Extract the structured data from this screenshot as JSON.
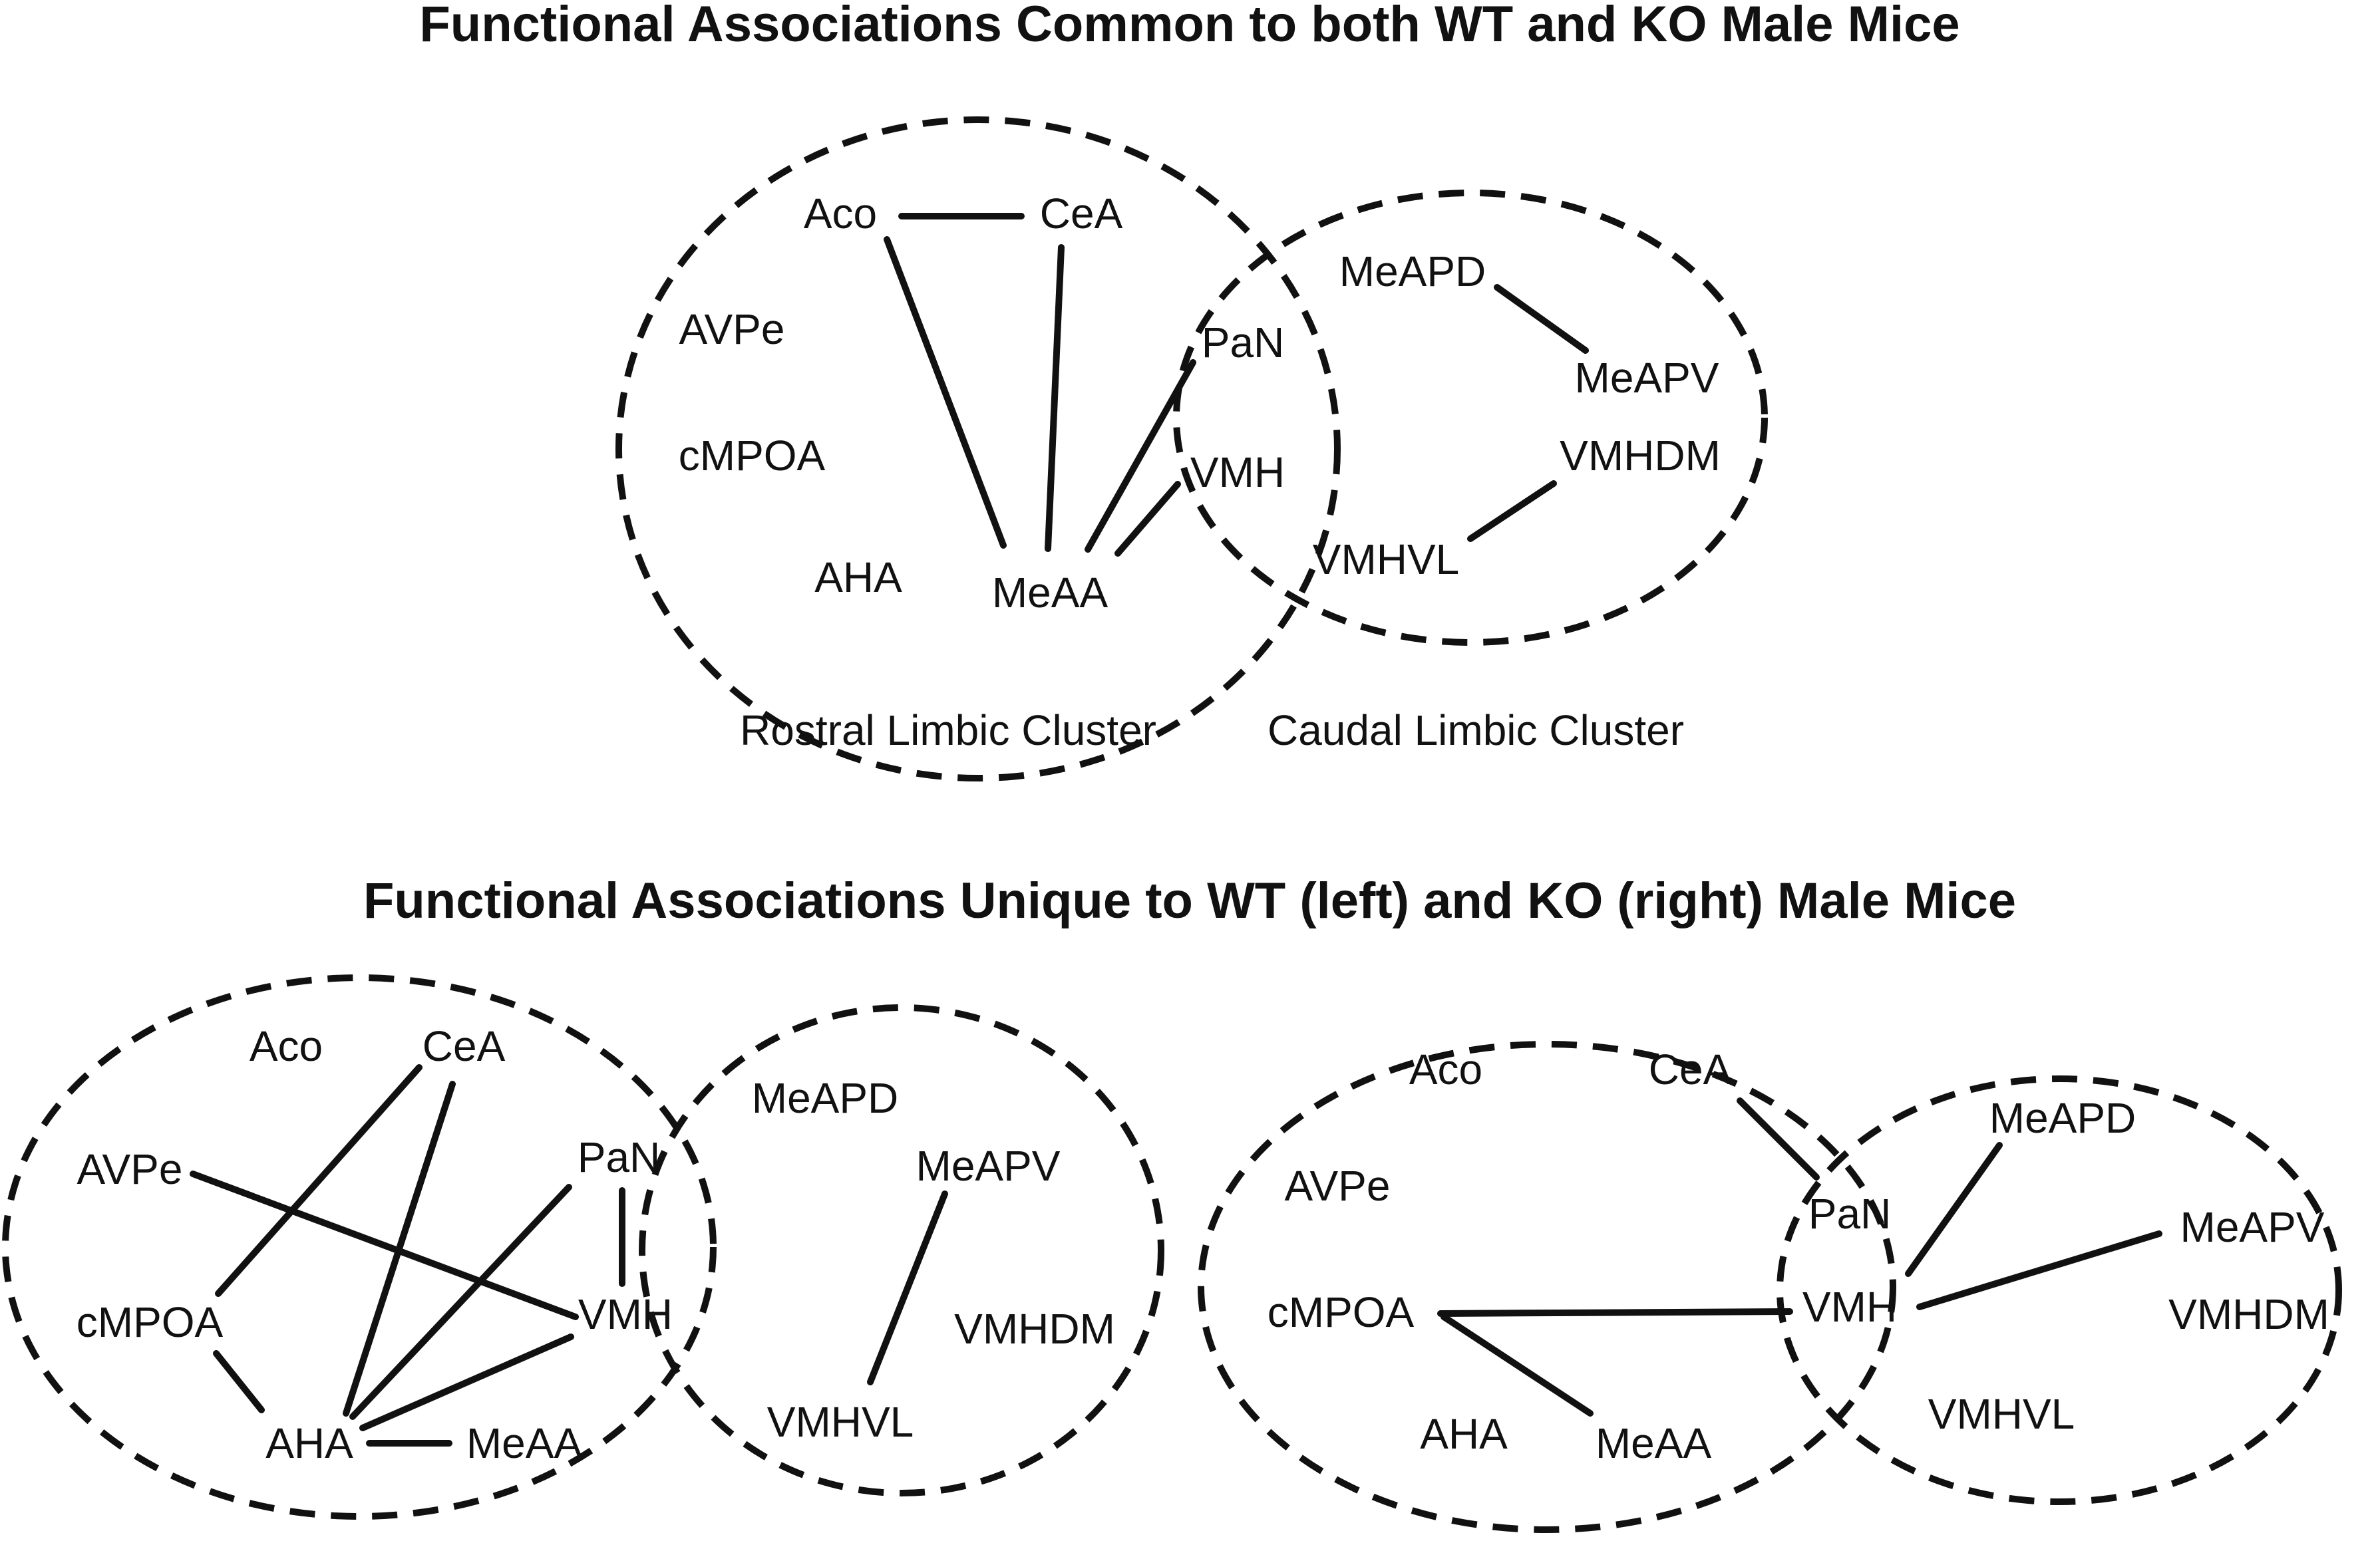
{
  "titles": {
    "common": "Functional Associations Common to both WT and KO Male Mice",
    "unique": "Functional Associations Unique to WT (left) and KO (right) Male Mice"
  },
  "captions": {
    "rostral": "Rostral Limbic Cluster",
    "caudal": "Caudal Limbic Cluster"
  },
  "diagrams": {
    "common": {
      "edges": [
        [
          "Aco",
          "CeA"
        ],
        [
          "Aco",
          "MeAA"
        ],
        [
          "CeA",
          "MeAA"
        ],
        [
          "PaN",
          "MeAA"
        ],
        [
          "VMH",
          "MeAA"
        ],
        [
          "MeAPD",
          "MeAPV"
        ],
        [
          "VMHDM",
          "VMHVL"
        ]
      ]
    },
    "wt": {
      "edges": [
        [
          "CeA",
          "cMPOA"
        ],
        [
          "CeA",
          "AHA"
        ],
        [
          "AVPe",
          "VMH"
        ],
        [
          "PaN",
          "VMH"
        ],
        [
          "PaN",
          "AHA"
        ],
        [
          "VMH",
          "AHA"
        ],
        [
          "cMPOA",
          "AHA"
        ],
        [
          "AHA",
          "MeAA"
        ],
        [
          "MeAPV",
          "VMHVL"
        ]
      ]
    },
    "ko": {
      "edges": [
        [
          "CeA",
          "PaN"
        ],
        [
          "cMPOA",
          "VMH"
        ],
        [
          "cMPOA",
          "MeAA"
        ],
        [
          "MeAPD",
          "VMH"
        ],
        [
          "MeAPV",
          "VMH"
        ]
      ]
    }
  }
}
